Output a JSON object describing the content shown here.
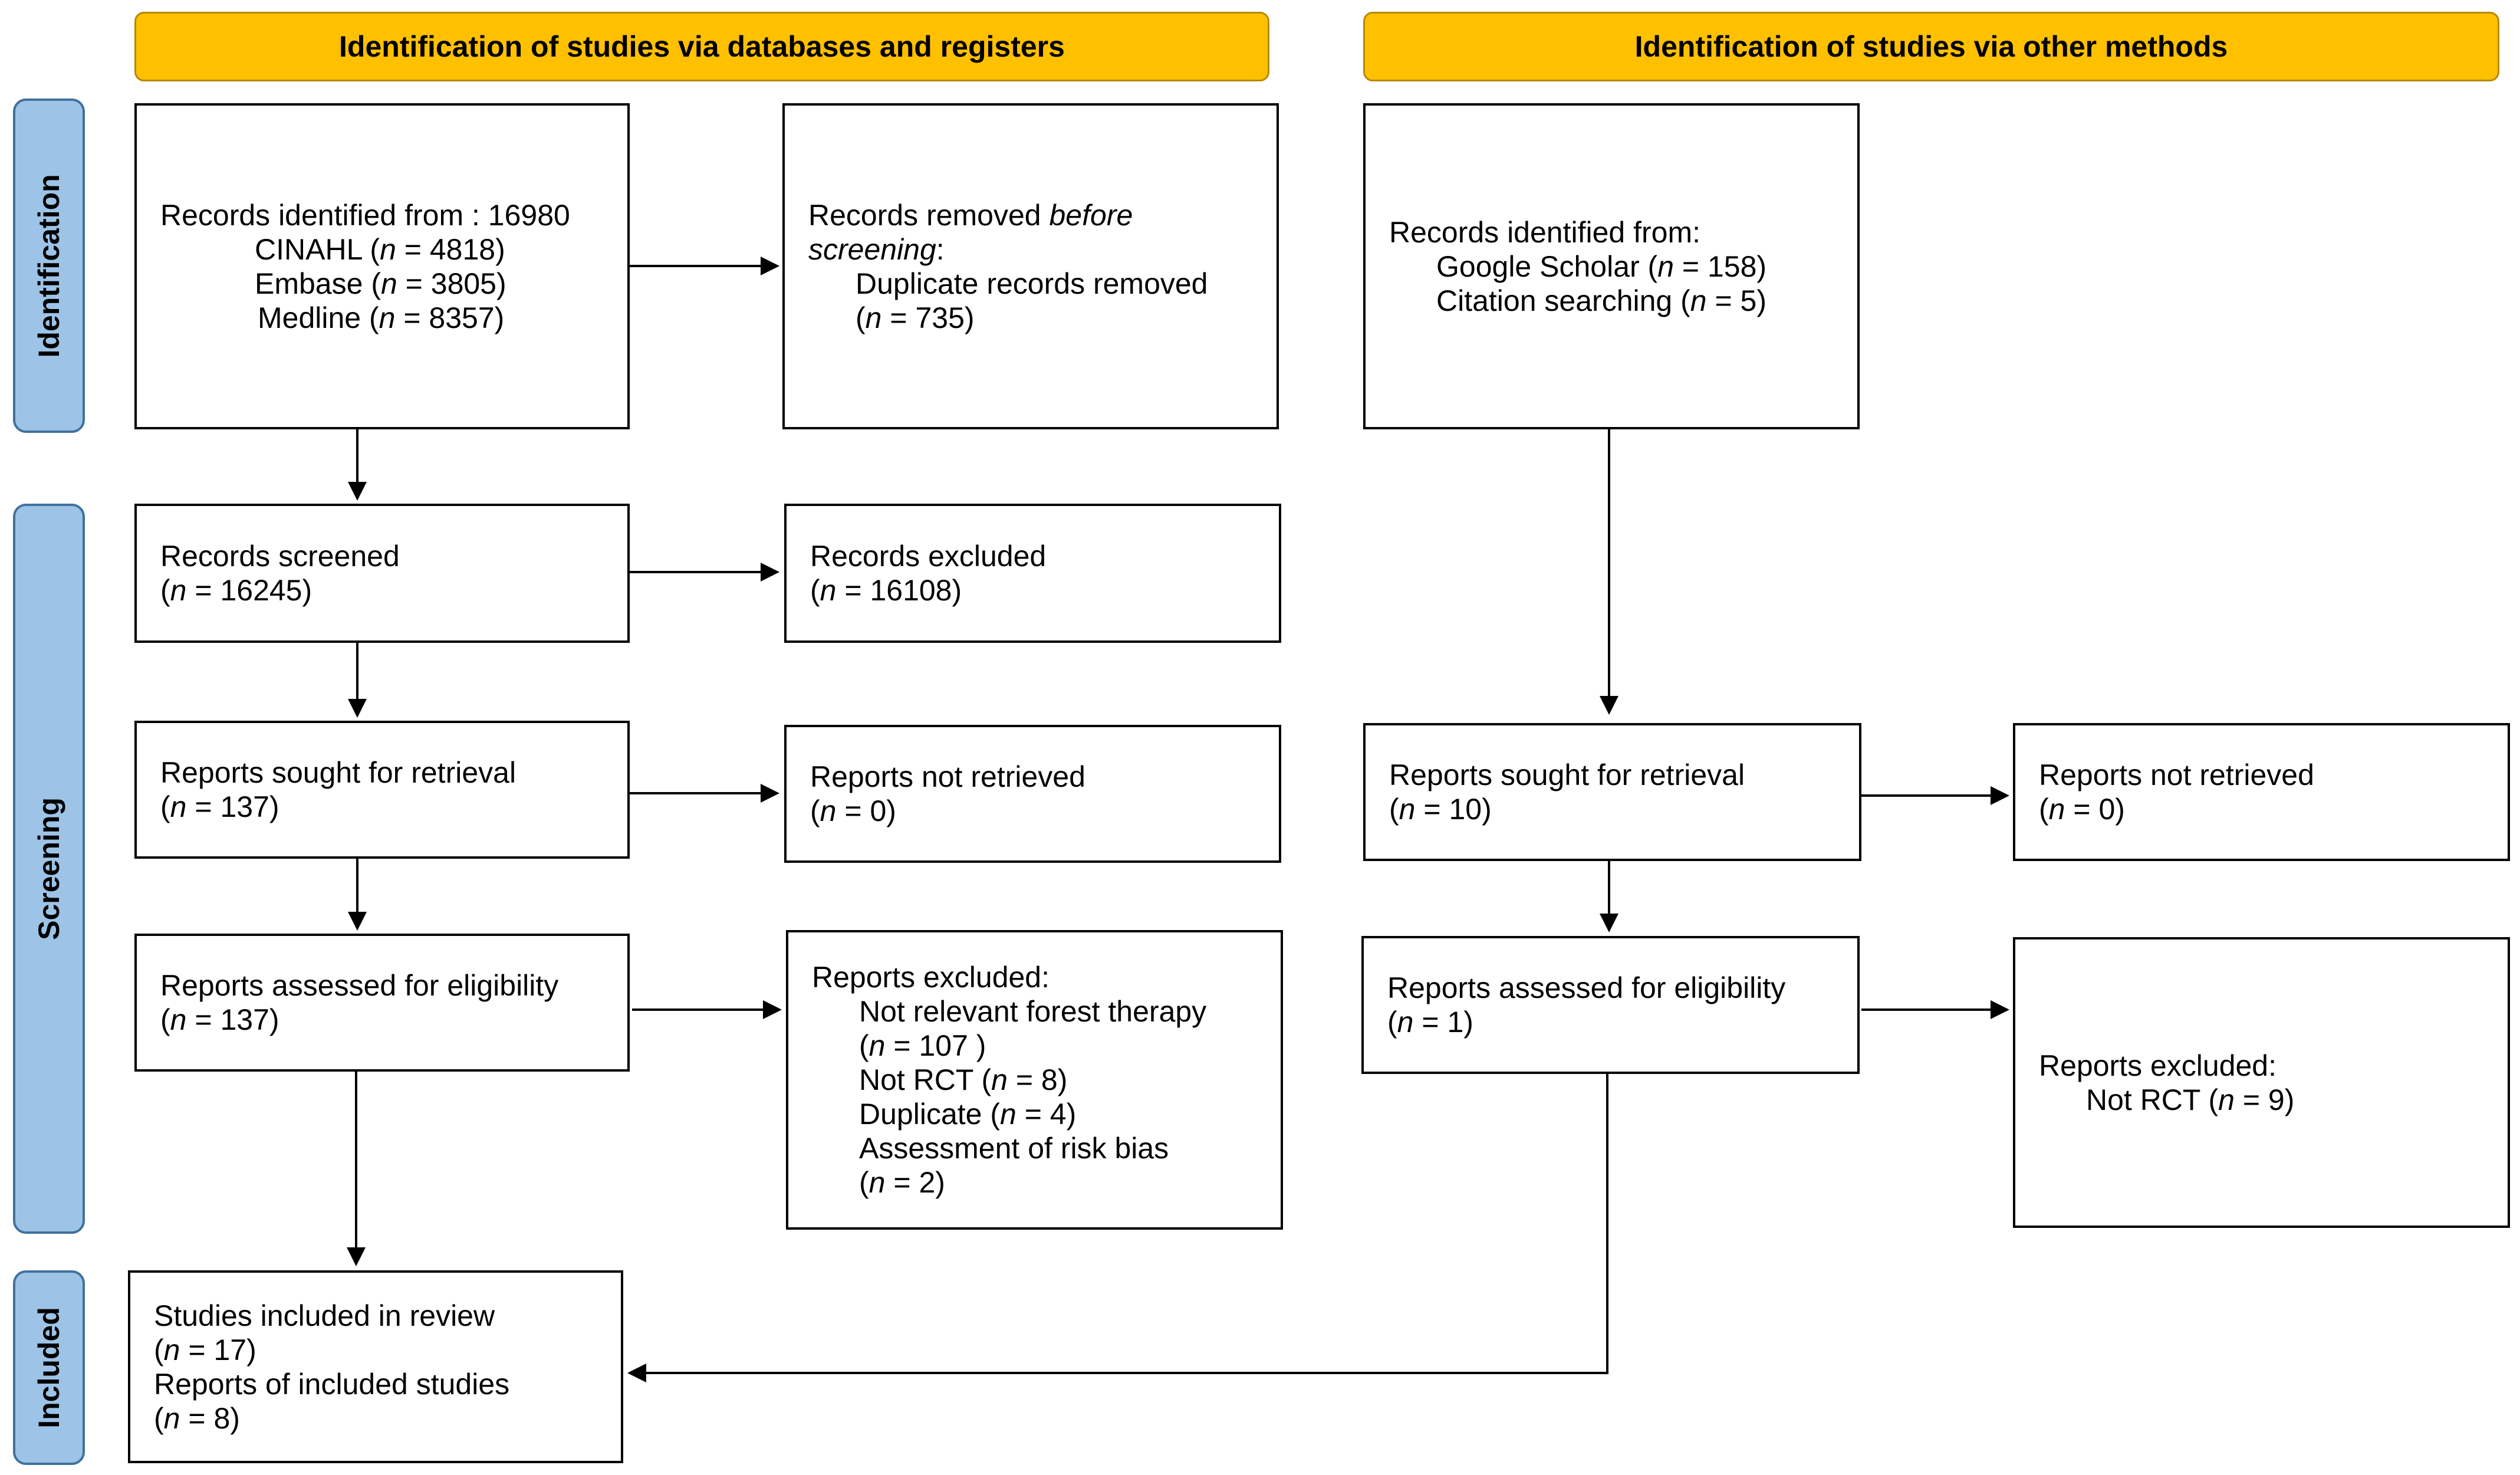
{
  "headers": {
    "left": "Identification of studies via databases and registers",
    "right": "Identification of studies via other methods"
  },
  "sides": {
    "identification": "Identification",
    "screening": "Screening",
    "included": "Included"
  },
  "boxes": {
    "records_identified": {
      "title": "Records identified from : 16980",
      "cinahl_label": "CINAHL (",
      "cinahl_value": " = 4818)",
      "embase_label": "Embase (",
      "embase_value": " = 3805)",
      "medline_label": "Medline (",
      "medline_value": " = 8357)"
    },
    "records_removed": {
      "line1_a": "Records removed ",
      "line1_b": "before",
      "line2": "screening",
      "line2_b": ":",
      "line3": "Duplicate records removed",
      "line4": " = 735)"
    },
    "other_records": {
      "title": "Records identified from:",
      "google_label": "Google Scholar (",
      "google_value": " = 158)",
      "citation_label": "Citation searching (",
      "citation_value": " = 5)"
    },
    "records_screened": {
      "title": "Records screened",
      "value": " = 16245)"
    },
    "records_excluded": {
      "title": "Records excluded",
      "value": " = 16108)"
    },
    "reports_sought_left": {
      "title": "Reports sought for retrieval",
      "value": " = 137)"
    },
    "reports_not_retrieved_left": {
      "title": "Reports not retrieved",
      "value": " = 0)"
    },
    "reports_sought_right": {
      "title": "Reports sought for retrieval",
      "value": " = 10)"
    },
    "reports_not_retrieved_right": {
      "title": "Reports not retrieved",
      "value": " = 0)"
    },
    "reports_assessed_left": {
      "title": "Reports assessed for eligibility",
      "value": " = 137)"
    },
    "reports_excluded_left": {
      "title": "Reports excluded:",
      "r1": "Not relevant forest therapy",
      "r1v": " = 107 )",
      "r2_label": "Not RCT (",
      "r2v": " = 8)",
      "r3_label": "Duplicate (",
      "r3v": " = 4)",
      "r4": "Assessment of risk bias",
      "r4v": " = 2)"
    },
    "reports_assessed_right": {
      "title": "Reports assessed for eligibility",
      "value": " = 1)"
    },
    "reports_excluded_right": {
      "title": "Reports excluded:",
      "r1_label": "Not RCT (",
      "r1v": " = 9)"
    },
    "included": {
      "studies": "Studies included in review",
      "studies_value": " = 17)",
      "reports": "Reports of included studies",
      "reports_value": " = 8)"
    }
  },
  "n_symbol": "n",
  "open_paren": "("
}
